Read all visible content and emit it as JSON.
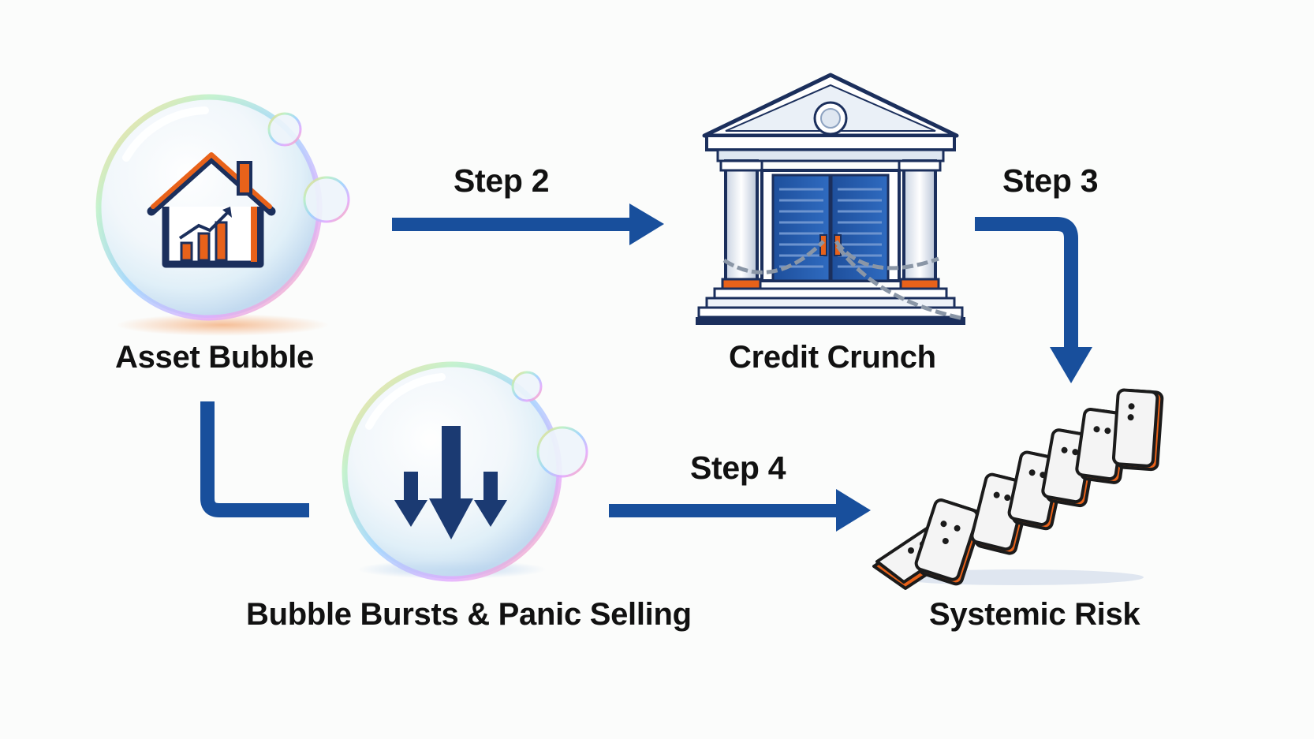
{
  "nodes": {
    "asset_bubble": "Asset Bubble",
    "credit_crunch": "Credit Crunch",
    "bubble_bursts": "Bubble Bursts & Panic Selling",
    "systemic_risk": "Systemic Risk"
  },
  "steps": {
    "step2": "Step 2",
    "step3": "Step 3",
    "step4": "Step 4"
  },
  "icons": {
    "house": "house-chart-icon",
    "bank": "bank-chained-icon",
    "down": "down-arrows-icon",
    "dominoes": "falling-dominoes-icon"
  },
  "colors": {
    "arrow": "#184f9c",
    "orange": "#e8621a",
    "navy": "#1b2f5c"
  }
}
